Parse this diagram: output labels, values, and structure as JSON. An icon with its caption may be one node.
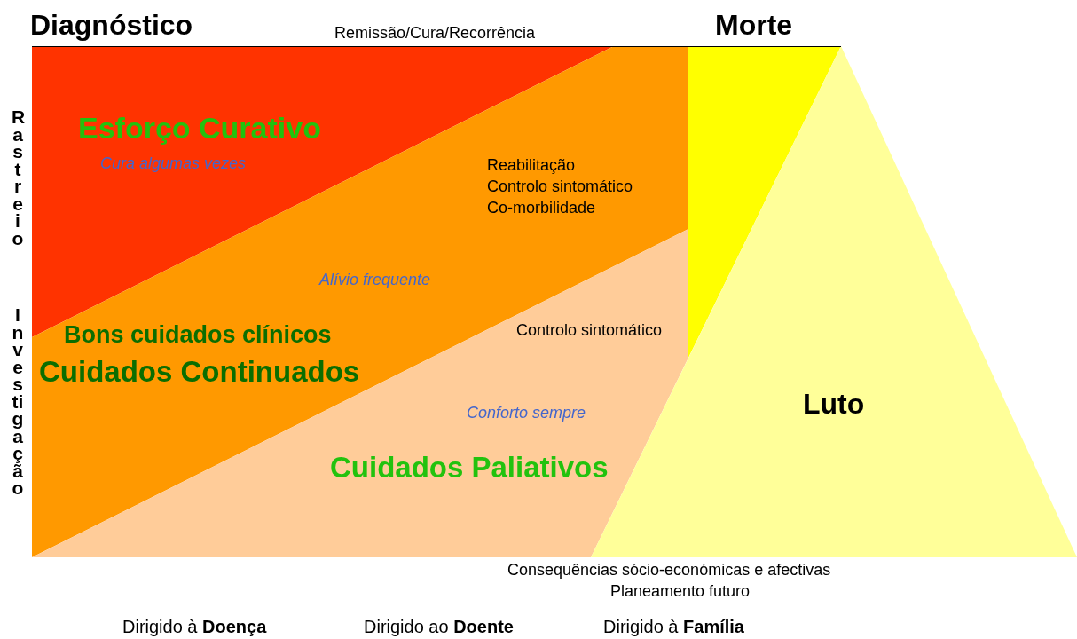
{
  "diagram": {
    "nodes": [
      {
        "text": [
          "Esforço Curativo",
          "Cura algumas vezes"
        ]
      },
      {
        "text": [
          "Reabilitação",
          "Controlo sintomático",
          "Co-morbilidade",
          "Alívio frequente",
          "Bons cuidados clínicos",
          "Cuidados Continuados"
        ]
      },
      {
        "text": [
          "Controlo sintomático",
          "Conforto sempre",
          "Cuidados Paliativos"
        ]
      },
      {
        "text": [],
        "shape": "band"
      },
      {
        "text": [
          "Luto"
        ]
      }
    ],
    "edges": [],
    "labels": [
      "Diagnóstico",
      "Remissão/Cura/Recorrência",
      "Morte",
      "Rastreio",
      "Investigação",
      "Consequências sócio-económicas e afectivas",
      "Planeamento futuro",
      "Dirigido à **Doença**",
      "Dirigido ao **Doente**",
      "Dirigido à **Família**"
    ]
  }
}
